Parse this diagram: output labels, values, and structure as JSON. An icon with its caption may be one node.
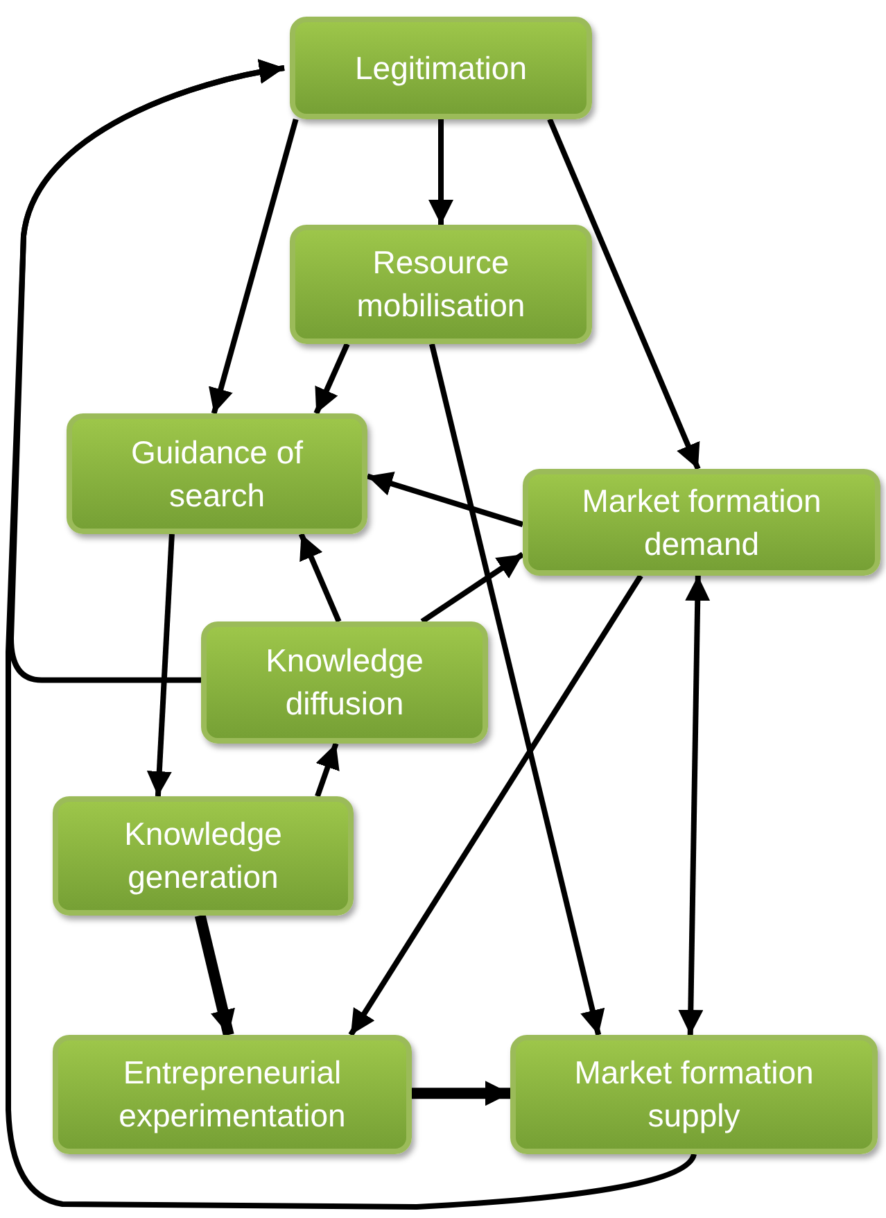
{
  "diagram": {
    "nodes": [
      {
        "text": [
          "Legitimation"
        ]
      },
      {
        "text": [
          "Resource mobilisation"
        ]
      },
      {
        "text": [
          "Guidance of search"
        ]
      },
      {
        "text": [
          "Market formation demand"
        ]
      },
      {
        "text": [
          "Knowledge diffusion"
        ]
      },
      {
        "text": [
          "Knowledge generation"
        ]
      },
      {
        "text": [
          "Entrepreneurial experimentation"
        ]
      },
      {
        "text": [
          "Market formation supply"
        ]
      }
    ],
    "edges": [
      {
        "from": 0,
        "to": 1,
        "arrow": "to"
      },
      {
        "from": 0,
        "to": 2,
        "arrow": "to"
      },
      {
        "from": 0,
        "to": 3,
        "arrow": "to"
      },
      {
        "from": 1,
        "to": 2,
        "arrow": "to"
      },
      {
        "from": 1,
        "to": 7,
        "arrow": "to"
      },
      {
        "from": 3,
        "to": 2,
        "arrow": "to"
      },
      {
        "from": 4,
        "to": 2,
        "arrow": "to"
      },
      {
        "from": 4,
        "to": 3,
        "arrow": "to"
      },
      {
        "from": 2,
        "to": 5,
        "arrow": "to"
      },
      {
        "from": 5,
        "to": 4,
        "arrow": "to"
      },
      {
        "from": 3,
        "to": 6,
        "arrow": "to"
      },
      {
        "from": 3,
        "to": 7,
        "arrow": "both"
      },
      {
        "from": 5,
        "to": 6,
        "arrow": "to",
        "style": "thick"
      },
      {
        "from": 6,
        "to": 7,
        "arrow": "to",
        "style": "thick"
      },
      {
        "from": 4,
        "to": 0,
        "arrow": "to"
      },
      {
        "from": 7,
        "to": 0,
        "arrow": "to"
      }
    ]
  }
}
